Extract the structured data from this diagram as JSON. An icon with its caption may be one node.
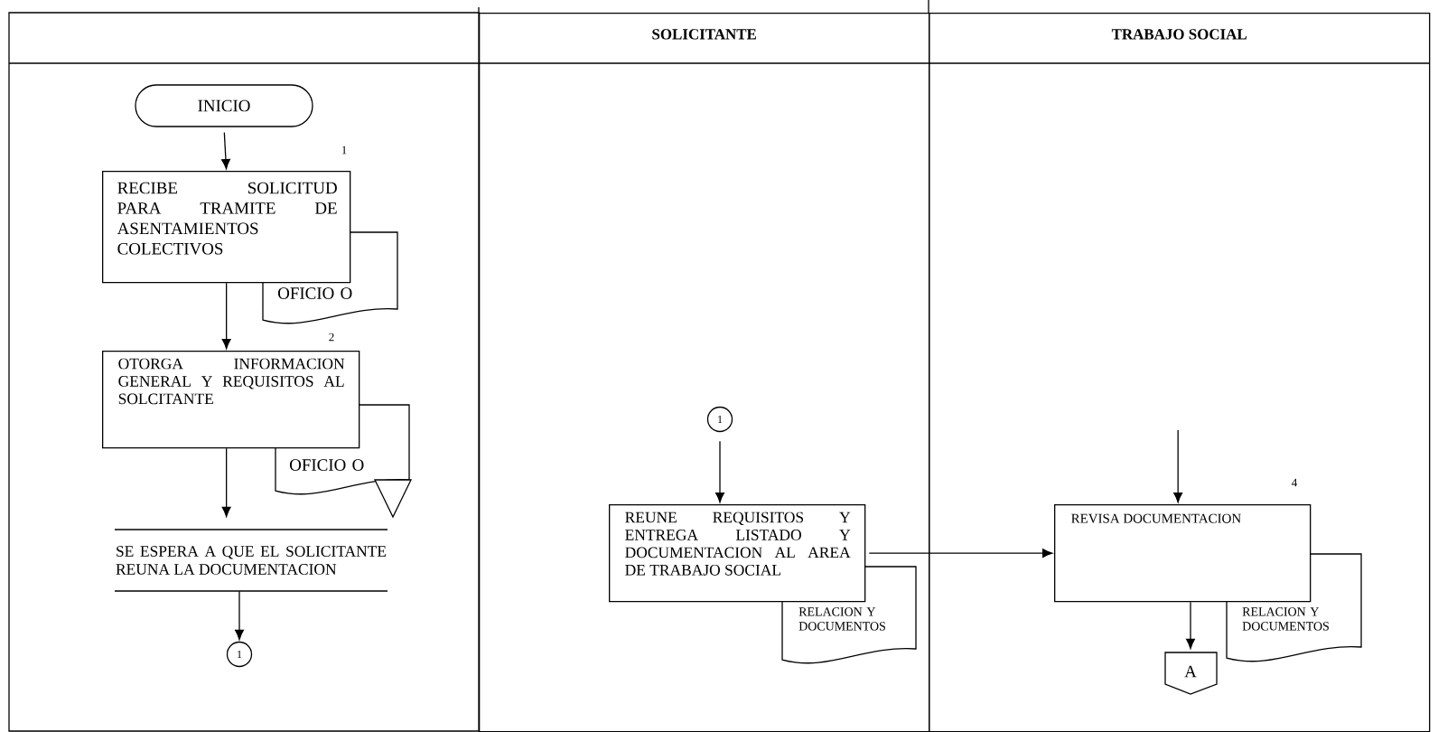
{
  "diagram": {
    "nodes": [
      {
        "text": [
          "SOLICITANTE"
        ]
      },
      {
        "text": [
          "TRABAJO SOCIAL"
        ]
      },
      {
        "text": [
          "INICIO"
        ]
      },
      {
        "text": [
          "RECIBE SOLICITUD PARA TRAMITE DE ASENTAMIENTOS COLECTIVOS"
        ],
        "beside": [
          "1"
        ]
      },
      {
        "text": [
          "OFICIO O"
        ]
      },
      {
        "text": [
          "OTORGA INFORMACION GENERAL Y REQUISITOS AL SOLCITANTE"
        ],
        "beside": [
          "2"
        ]
      },
      {
        "text": [
          "OFICIO O"
        ]
      },
      {
        "text": [],
        "shape": "triangle"
      },
      {
        "text": [
          "SE ESPERA A QUE EL SOLICITANTE REUNA LA DOCUMENTACION"
        ]
      },
      {
        "text": [
          "1"
        ]
      },
      {
        "text": [
          "1"
        ],
        "in": 0
      },
      {
        "text": [
          "REUNE REQUISITOS Y ENTREGA LISTADO Y DOCUMENTACION AL AREA DE TRABAJO SOCIAL"
        ],
        "in": 0
      },
      {
        "text": [
          "RELACION Y DOCUMENTOS"
        ],
        "in": 0
      },
      {
        "text": [
          "REVISA DOCUMENTACION"
        ],
        "in": 1,
        "beside": [
          "4"
        ]
      },
      {
        "text": [
          "RELACION Y DOCUMENTOS"
        ],
        "in": 1
      },
      {
        "text": [
          "A"
        ],
        "in": 1
      }
    ],
    "edges": [
      {
        "from": 2,
        "to": 3,
        "arrow": "to"
      },
      {
        "from": 3,
        "to": 5,
        "arrow": "to"
      },
      {
        "from": 5,
        "to": 8,
        "arrow": "to"
      },
      {
        "from": 8,
        "to": 9,
        "arrow": "to"
      },
      {
        "from": 10,
        "to": 11,
        "arrow": "to"
      },
      {
        "from": 11,
        "to": 13,
        "arrow": "to"
      },
      {
        "from": null,
        "to": 13,
        "arrow": "to"
      },
      {
        "from": 13,
        "to": 15,
        "arrow": "to"
      }
    ]
  }
}
